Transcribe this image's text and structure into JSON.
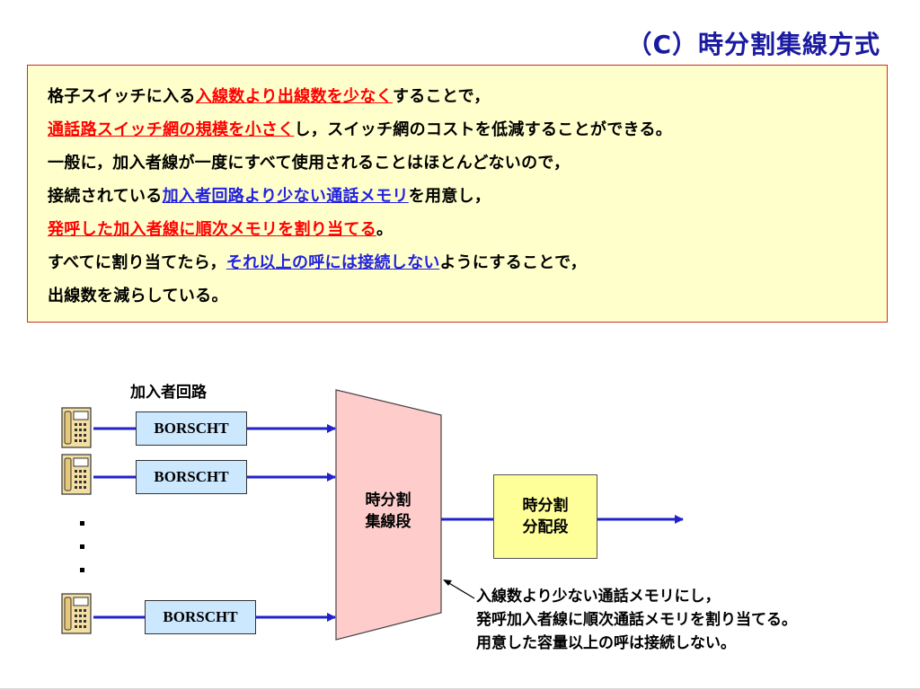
{
  "title": "（C）時分割集線方式",
  "info": {
    "line1": {
      "a": "格子スイッチに入る",
      "b": "入線数より出線数を少なく",
      "c": "することで，"
    },
    "line2": {
      "a": "通話路スイッチ網の規模を小さく",
      "b": "し，スイッチ網のコストを低減することができる。"
    },
    "line3": "一般に，加入者線が一度にすべて使用されることはほとんどないので，",
    "line4": {
      "a": "接続されている",
      "b": "加入者回路より少ない通話メモリ",
      "c": "を用意し，"
    },
    "line5": {
      "a": "発呼した加入者線に順次メモリを割り当てる",
      "b": "。"
    },
    "line6": {
      "a": "すべてに割り当てたら，",
      "b": "それ以上の呼には接続しない",
      "c": "ようにすることで，"
    },
    "line7": "出線数を減らしている。"
  },
  "diagram": {
    "subscriber_circuit_label": "加入者回路",
    "borscht_labels": [
      "BORSCHT",
      "BORSCHT",
      "BORSCHT"
    ],
    "concentrator_label": [
      "時分割",
      "集線段"
    ],
    "distribution_label": [
      "時分割",
      "分配段"
    ],
    "callout_lines": [
      "入線数より少ない通話メモリにし，",
      "発呼加入者線に順次通話メモリを割り当てる。",
      "用意した容量以上の呼は接続しない。"
    ]
  },
  "colors": {
    "title": "#1a1aa0",
    "highlight_red": "#ff0000",
    "highlight_blue": "#2222dd",
    "info_bg": "#ffffcc",
    "info_border": "#d22a2a",
    "borscht_bg": "#cce8ff",
    "concentrator_bg": "#ffcccc",
    "distribution_bg": "#ffff99",
    "line": "#2222cc"
  },
  "icons": [
    "telephone-icon"
  ]
}
